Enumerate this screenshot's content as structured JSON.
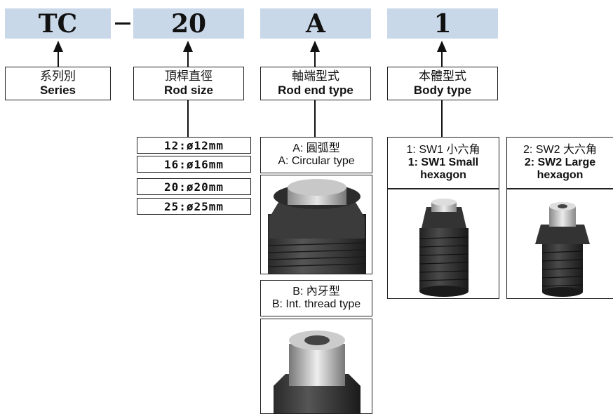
{
  "code": {
    "series": "TC",
    "separator": "–",
    "rod_size": "20",
    "rod_end": "A",
    "body": "1"
  },
  "labels": {
    "series": {
      "zh": "系列別",
      "en": "Series"
    },
    "rod_size": {
      "zh": "頂桿直徑",
      "en": "Rod size"
    },
    "rod_end": {
      "zh": "軸端型式",
      "en": "Rod end type"
    },
    "body": {
      "zh": "本體型式",
      "en": "Body type"
    }
  },
  "rod_sizes": [
    "12:ø12mm",
    "16:ø16mm",
    "20:ø20mm",
    "25:ø25mm"
  ],
  "rod_end_options": [
    {
      "zh": "A: 圓弧型",
      "en": "A: Circular type",
      "photo_icon": "circular-rod-end-photo"
    },
    {
      "zh": "B: 內牙型",
      "en": "B: Int. thread type",
      "photo_icon": "internal-thread-rod-end-photo"
    }
  ],
  "body_options": [
    {
      "zh": "1: SW1 小六角",
      "en1": "1: SW1 Small",
      "en2": "hexagon",
      "photo_icon": "small-hexagon-body-photo"
    },
    {
      "zh": "2: SW2 大六角",
      "en1": "2: SW2 Large",
      "en2": "hexagon",
      "photo_icon": "large-hexagon-body-photo"
    }
  ],
  "colors": {
    "code_box_bg": "#c9d8e9",
    "line": "#111111"
  }
}
